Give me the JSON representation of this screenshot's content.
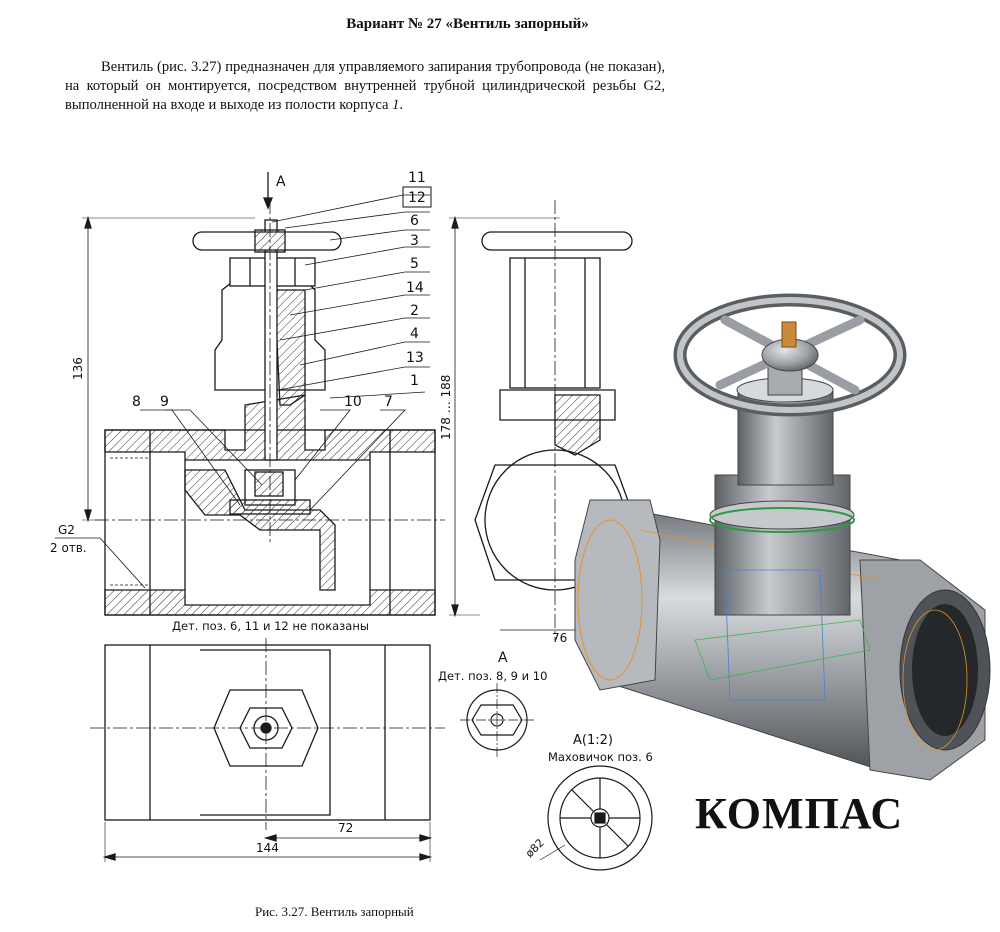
{
  "header": {
    "title": "Вариант № 27 «Вентиль запорный»"
  },
  "description": {
    "text_before_italic": "Вентиль (рис. 3.27) предназначен для управляемого запирания трубопровода (не показан), на который он монтируется, посредством внутренней трубной цилиндрической резьбы G2, выполненной на входе и выходе из полости корпуса ",
    "italic": "1",
    "text_after_italic": "."
  },
  "drawing": {
    "view_label_a": "А",
    "part_numbers": [
      "11",
      "12",
      "6",
      "3",
      "5",
      "14",
      "2",
      "4",
      "13",
      "1",
      "8",
      "9",
      "10",
      "7"
    ],
    "dimensions": {
      "d136": "136",
      "d178_188": "178 … 188",
      "d76": "76",
      "d72": "72",
      "d144": "144",
      "d82": "ø82"
    },
    "thread_note": {
      "line1": "G2",
      "line2": "2 отв."
    },
    "note_not_shown": "Дет. поз. 6, 11 и 12 не показаны",
    "detail_a_label": "А",
    "detail_a_note": "Дет. поз. 8, 9 и 10",
    "handwheel_label": "А(1:2)",
    "handwheel_note": "Маховичок поз. 6",
    "caption": "Рис. 3.27. Вентиль запорный"
  },
  "brand": {
    "text": "КОМПАС"
  },
  "colors": {
    "line": "#1a1a1a",
    "hatch": "#333333",
    "render_metal": "#8e9196",
    "accent_orange": "#e8922b"
  }
}
